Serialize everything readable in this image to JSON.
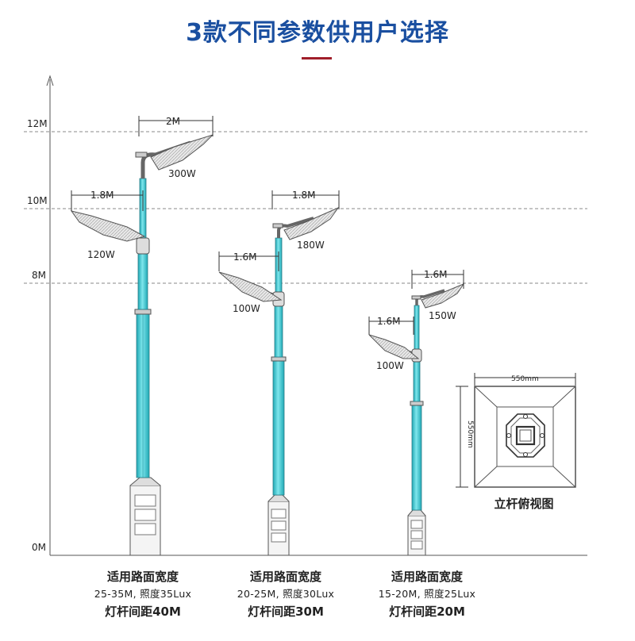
{
  "title": "3款不同参数供用户选择",
  "axis": {
    "labels": [
      "12M",
      "10M",
      "8M",
      "0M"
    ]
  },
  "poles": [
    {
      "top_width": "2M",
      "top_power": "300W",
      "lower_width": "1.8M",
      "lower_power": "120W",
      "caption": {
        "line1": "适用路面宽度",
        "line2": "25-35M, 照度35Lux",
        "line3": "灯杆间距40M"
      }
    },
    {
      "top_width": "1.8M",
      "top_power": "180W",
      "lower_width": "1.6M",
      "lower_power": "100W",
      "caption": {
        "line1": "适用路面宽度",
        "line2": "20-25M, 照度30Lux",
        "line3": "灯杆间距30M"
      }
    },
    {
      "top_width": "1.6M",
      "top_power": "150W",
      "lower_width": "1.6M",
      "lower_power": "100W",
      "caption": {
        "line1": "适用路面宽度",
        "line2": "15-20M, 照度25Lux",
        "line3": "灯杆间距20M"
      }
    }
  ],
  "top_view": {
    "width_label": "550mm",
    "height_label": "550mm",
    "title": "立杆俯视图"
  },
  "colors": {
    "title": "#1a4fa0",
    "accent_bar": "#a01e2a",
    "pole": "#3ec8d2"
  }
}
